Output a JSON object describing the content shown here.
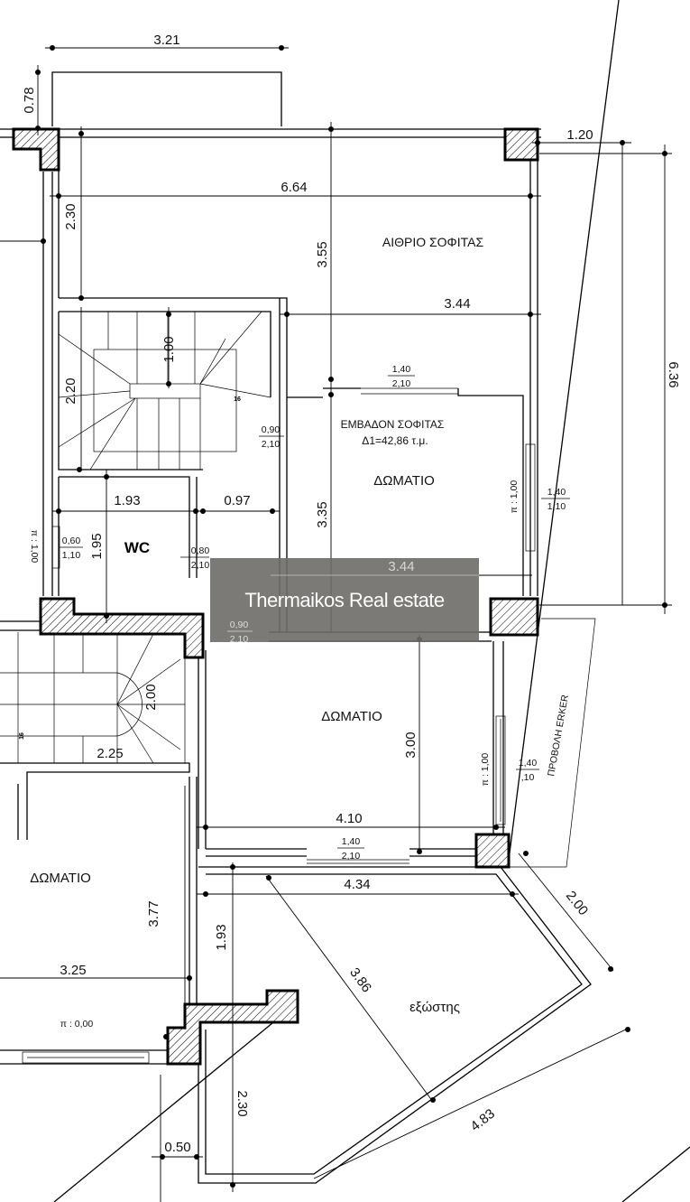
{
  "rooms": {
    "atrium": "ΑΙΘΡΙΟ ΣΟΦΙΤΑΣ",
    "area_title": "ΕΜΒΑΔΟΝ ΣΟΦΙΤΑΣ",
    "area_value": "Δ1=42,86 τ.μ.",
    "room1": "ΔΩΜΑΤΙΟ",
    "room2": "ΔΩΜΑΤΙΟ",
    "room3": "ΔΩΜΑΤΙΟ",
    "wc": "WC",
    "balcony": "εξώστης",
    "erker": "ΠΡΟΒΟΛΗ ERKER"
  },
  "dimensions": {
    "d321": "3.21",
    "d078": "0.78",
    "d120": "1.20",
    "d664": "6.64",
    "d230a": "2.30",
    "d355": "3.55",
    "d344a": "3.44",
    "d636": "6.36",
    "d100": "1.00",
    "d220": "2.20",
    "d193a": "1.93",
    "d097": "0.97",
    "d195": "1.95",
    "d335": "3.35",
    "d344b": "3.44",
    "d200a": "2.00",
    "d300": "3.00",
    "d225": "2.25",
    "d410": "4.10",
    "d434": "4.34",
    "d200b": "2.00",
    "d377": "3.77",
    "d193b": "1.93",
    "d386": "3.86",
    "d325": "3.25",
    "d230b": "2.30",
    "d483": "4.83",
    "d050": "0.50"
  },
  "openings": {
    "o1": [
      "1,40",
      "2,10"
    ],
    "o2": [
      "0,90",
      "2,10"
    ],
    "o3": [
      "1,40",
      "1,10"
    ],
    "o4": [
      "0,60",
      "1,10"
    ],
    "o5": [
      "0,80",
      "2,10"
    ],
    "o6": [
      "0,90",
      "2,10"
    ],
    "o7": [
      "1,40",
      ",10"
    ],
    "o8": [
      "1,40",
      "2,10"
    ]
  },
  "sills": {
    "s1": "π : 1,00",
    "s2": "π : 1,00",
    "s3": "π : 1,00",
    "s4": "π : 0,00"
  },
  "stairs": {
    "steps1": "16",
    "steps2": "16"
  },
  "watermark": "Thermaikos Real estate"
}
